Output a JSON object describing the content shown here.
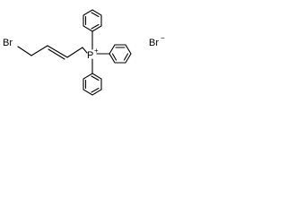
{
  "structure": {
    "bromine_label": "Br",
    "phosphorus_label": "P",
    "phosphorus_charge": "+",
    "counterion_label": "Br",
    "counterion_charge": "−"
  }
}
